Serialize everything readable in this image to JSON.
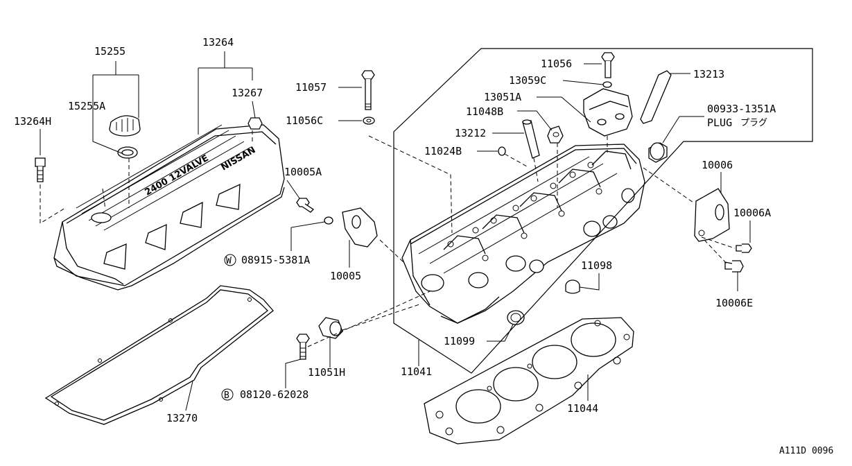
{
  "labels": {
    "p15255": "15255",
    "p13264": "13264",
    "p13267": "13267",
    "p15255A": "15255A",
    "p13264H": "13264H",
    "p11057": "11057",
    "p11056C": "11056C",
    "p11056": "11056",
    "p13059C": "13059C",
    "p13213": "13213",
    "p13051A": "13051A",
    "p11048B": "11048B",
    "p00933": "00933-1351A",
    "plug": "PLUG",
    "plug_jp": "プラグ",
    "p13212": "13212",
    "p11024B": "11024B",
    "p10005A": "10005A",
    "p10006": "10006",
    "p10006A": "10006A",
    "p08915": "08915-5381A",
    "p08915_prefix": "W",
    "p10005": "10005",
    "p11098": "11098",
    "p10006E": "10006E",
    "p11099": "11099",
    "p11051H": "11051H",
    "p11041": "11041",
    "p08120": "08120-62028",
    "p08120_prefix": "B",
    "p13270": "13270",
    "p11044": "11044",
    "cover_text_nissan": "NISSAN",
    "cover_text_valve": "2400 12VALVE",
    "figure_code": "A111D 0096"
  }
}
